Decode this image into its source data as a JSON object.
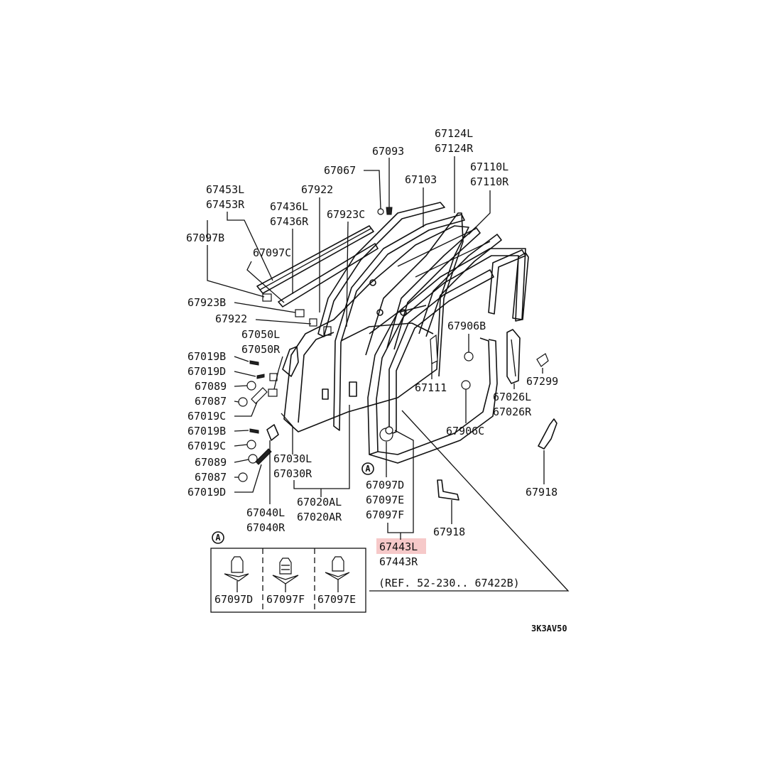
{
  "diagram_code": "3K3AV50",
  "highlight_color": "#f6c9c9",
  "highlighted_part": "67443L",
  "callout": "A",
  "reference_note": "(REF. 52-230.. 67422B)",
  "labels": {
    "p67124L": "67124L",
    "p67124R": "67124R",
    "p67093": "67093",
    "p67067": "67067",
    "p67103": "67103",
    "p67110L": "67110L",
    "p67110R": "67110R",
    "p67453L": "67453L",
    "p67453R": "67453R",
    "p67922a": "67922",
    "p67436L": "67436L",
    "p67436R": "67436R",
    "p67923C": "67923C",
    "p67097B": "67097B",
    "p67097C": "67097C",
    "p67923B": "67923B",
    "p67922b": "67922",
    "p67050L": "67050L",
    "p67050R": "67050R",
    "p67019B_1": "67019B",
    "p67019D_1": "67019D",
    "p67089_1": "67089",
    "p67087_1": "67087",
    "p67019C_1": "67019C",
    "p67019B_2": "67019B",
    "p67019C_2": "67019C",
    "p67089_2": "67089",
    "p67087_2": "67087",
    "p67019D_2": "67019D",
    "p67030L": "67030L",
    "p67030R": "67030R",
    "p67040L": "67040L",
    "p67040R": "67040R",
    "p67020AL": "67020AL",
    "p67020AR": "67020AR",
    "p67906B": "67906B",
    "p67111": "67111",
    "p67299": "67299",
    "p67026L": "67026L",
    "p67026R": "67026R",
    "p67906C": "67906C",
    "p67918a": "67918",
    "p67918b": "67918",
    "p67097D": "67097D",
    "p67097E": "67097E",
    "p67097F": "67097F",
    "p67443L": "67443L",
    "p67443R": "67443R"
  },
  "inset": {
    "callout": "A",
    "items": [
      "67097D",
      "67097F",
      "67097E"
    ]
  }
}
